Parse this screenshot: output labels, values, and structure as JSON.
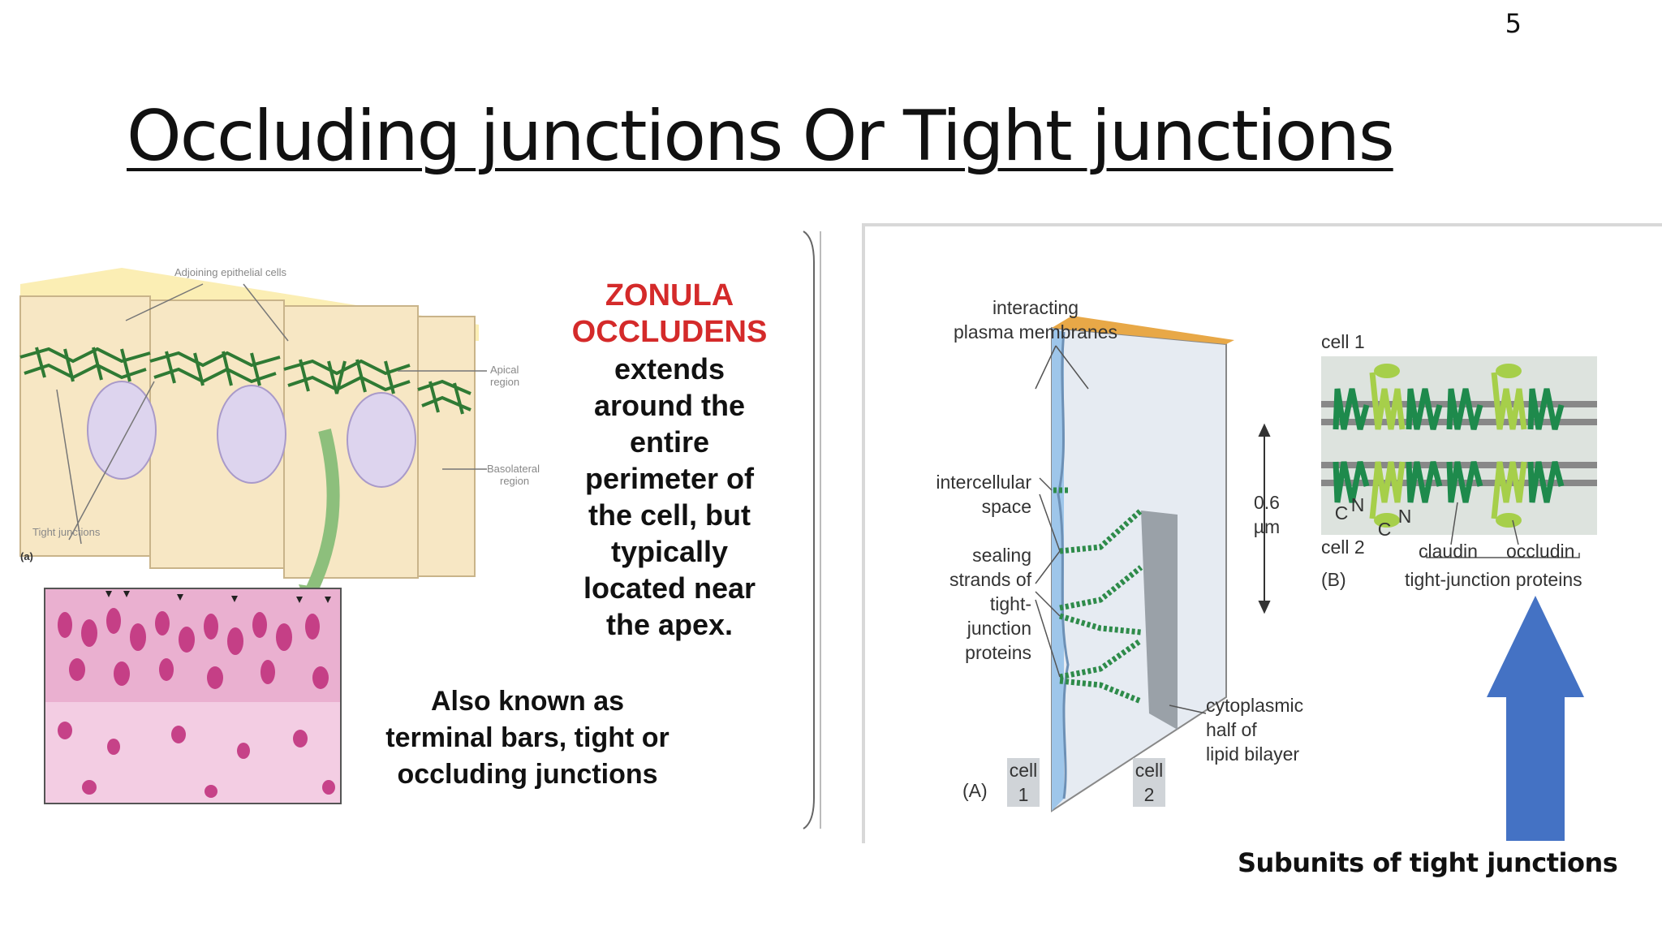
{
  "slide": {
    "number": "5",
    "title": "Occluding junctions Or Tight junctions"
  },
  "left_figure": {
    "label_adjoining": "Adjoining epithelial cells",
    "label_apical_1": "Apical",
    "label_apical_2": "region",
    "label_basolateral_1": "Basolateral",
    "label_basolateral_2": "region",
    "label_tight": "Tight junctions",
    "label_a": "(a)"
  },
  "zonula": {
    "title_line1": "ZONULA",
    "title_line2": "OCCLUDENS",
    "body_lines": [
      "extends",
      "around the",
      "entire",
      "perimeter of",
      "the cell, but",
      "typically",
      "located near",
      "the apex."
    ],
    "aka_lines": [
      "Also known as",
      "terminal bars, tight or",
      "occluding junctions"
    ]
  },
  "right_figure": {
    "interacting_1": "interacting",
    "interacting_2": "plasma membranes",
    "intercellular_1": "intercellular",
    "intercellular_2": "space",
    "sealing_lines": [
      "sealing",
      "strands of",
      "tight-",
      "junction",
      "proteins"
    ],
    "measure_1": "0.6",
    "measure_2": "µm",
    "cyto_lines": [
      "cytoplasmic",
      "half of",
      "lipid bilayer"
    ],
    "panel_a": "(A)",
    "cell1_a": "cell",
    "cell1_b": "1",
    "cell2_a": "cell",
    "cell2_b": "2",
    "b_cell1": "cell 1",
    "b_cell2": "cell 2",
    "b_panel": "(B)",
    "b_c1": "C",
    "b_n1": "N",
    "b_c2": "C",
    "b_n2": "N",
    "claudin": "claudin",
    "occludin": "occludin",
    "tj_proteins": "tight-junction proteins"
  },
  "caption": "Subunits of tight junctions",
  "colors": {
    "arrow": "#4472c4",
    "zonula_red": "#d42a2a",
    "strand_green": "#2e8b4a",
    "claudin_green": "#1e8a4c",
    "occludin_green": "#a6cf4a"
  }
}
